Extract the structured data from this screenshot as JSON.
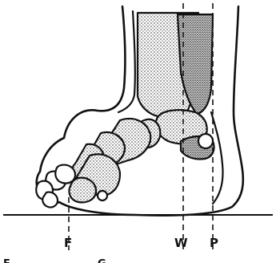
{
  "labels": {
    "f": "F",
    "w": "W",
    "p": "P"
  },
  "bottom_cropped_text": {
    "left": "F",
    "middle": "G"
  }
}
